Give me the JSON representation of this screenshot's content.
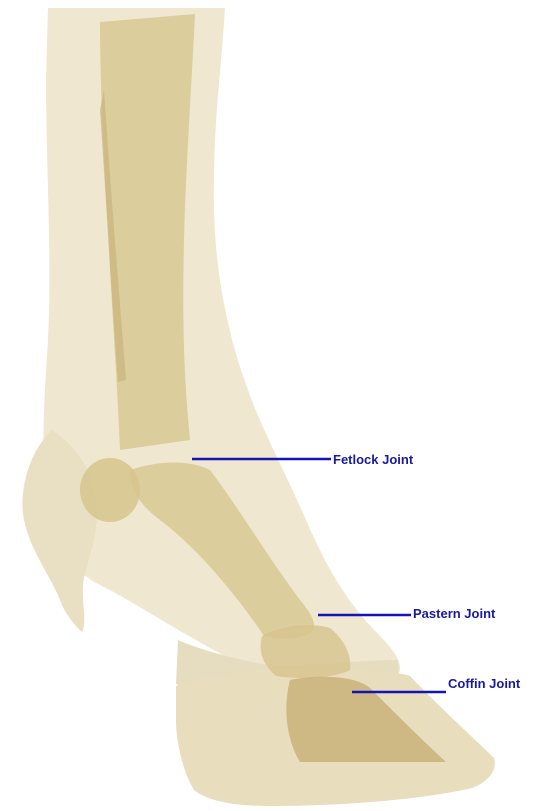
{
  "colors": {
    "label": "#1a1aa0",
    "leader_line": "#1414b4",
    "skin": "#efe7cf",
    "skin_shadow": "#ddd0ab",
    "bone": "#d6c48c",
    "bone_edge": "#bda76a",
    "hoof": "#e8ddbc",
    "hoof_wall_bone": "#c9b27a"
  },
  "labels": {
    "fetlock": "Fetlock Joint",
    "pastern": "Pastern Joint",
    "coffin": "Coffin Joint"
  }
}
